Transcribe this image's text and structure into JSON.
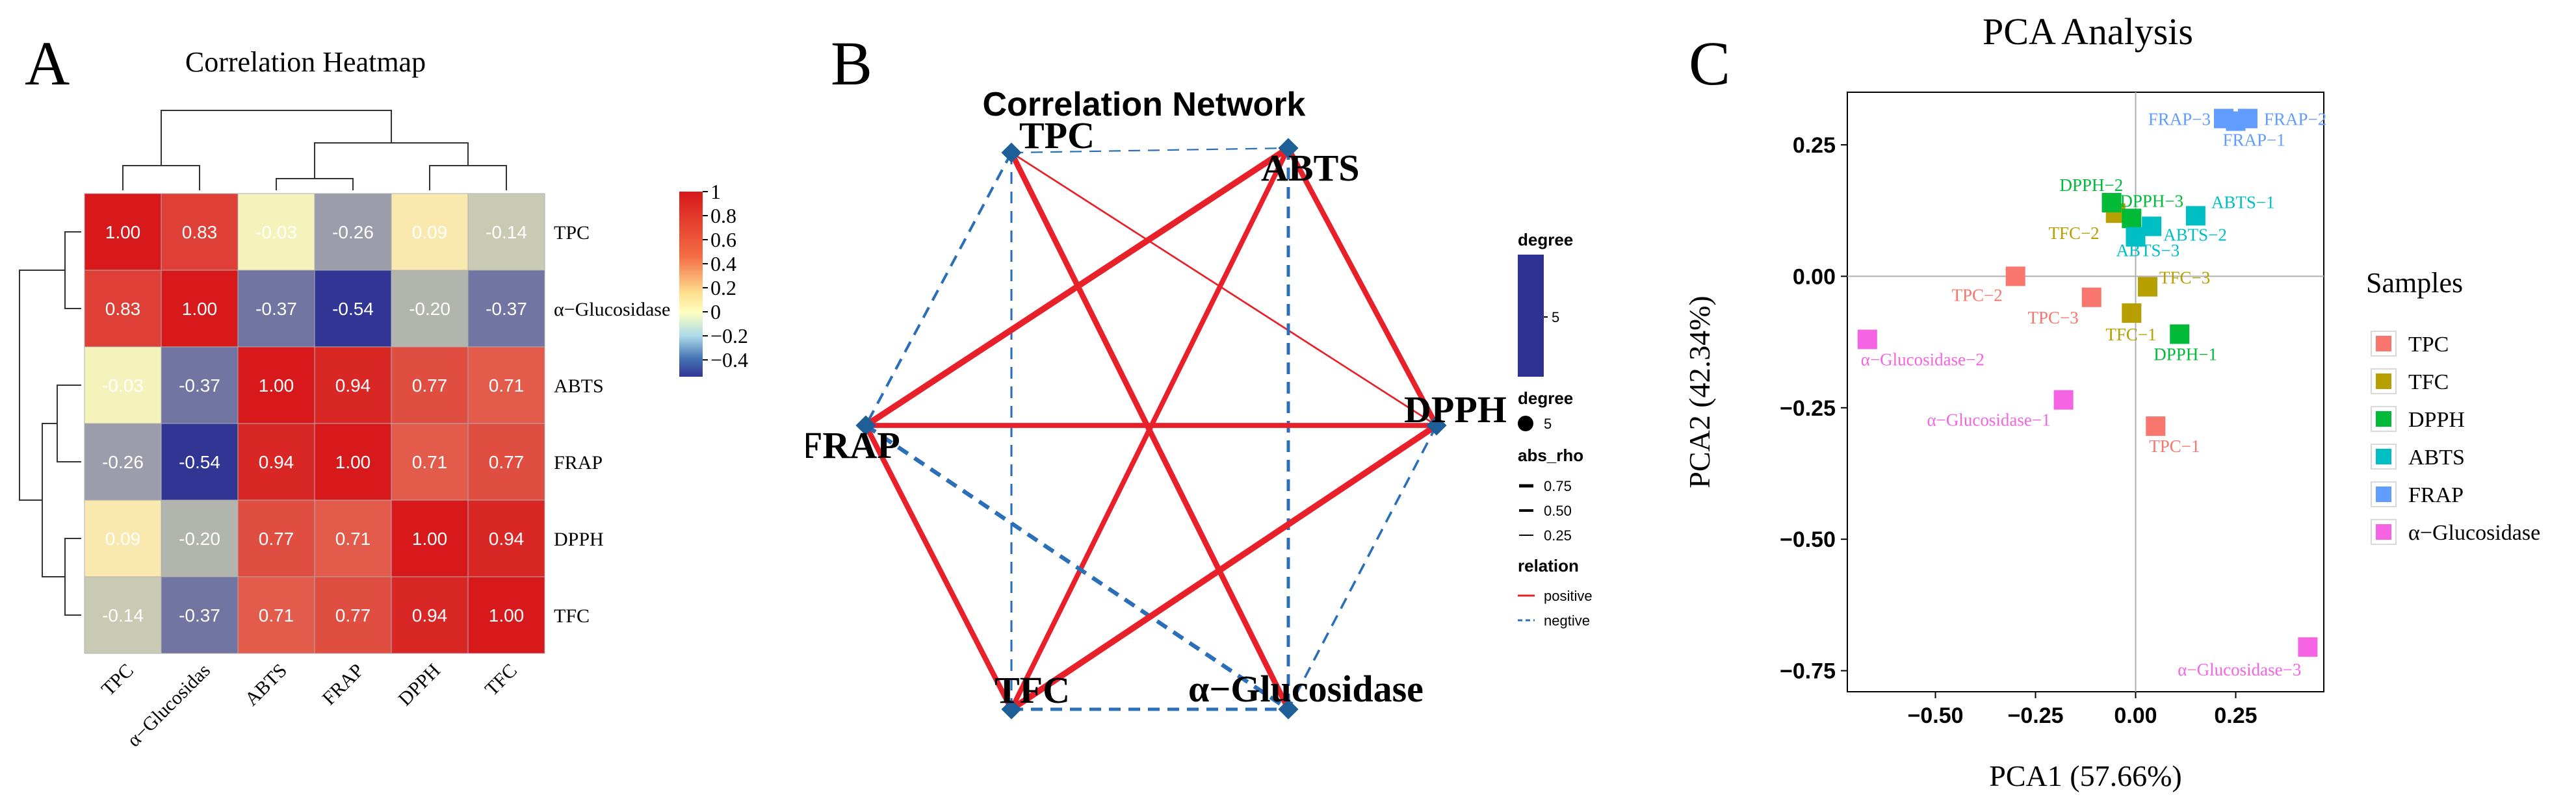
{
  "panels": {
    "a": {
      "letter": "A"
    },
    "b": {
      "letter": "B"
    },
    "c": {
      "letter": "C"
    }
  },
  "chart_data": [
    {
      "type": "heatmap",
      "title": "Correlation Heatmap",
      "columns": [
        "TPC",
        "α−Glucosidas",
        "ABTS",
        "FRAP",
        "DPPH",
        "TFC"
      ],
      "rows": [
        "TPC",
        "α−Glucosidase",
        "ABTS",
        "FRAP",
        "DPPH",
        "TFC"
      ],
      "values": [
        [
          1.0,
          0.83,
          -0.03,
          -0.26,
          0.09,
          -0.14
        ],
        [
          0.83,
          1.0,
          -0.37,
          -0.54,
          -0.2,
          -0.37
        ],
        [
          -0.03,
          -0.37,
          1.0,
          0.94,
          0.77,
          0.71
        ],
        [
          -0.26,
          -0.54,
          0.94,
          1.0,
          0.71,
          0.77
        ],
        [
          0.09,
          -0.2,
          0.77,
          0.71,
          1.0,
          0.94
        ],
        [
          -0.14,
          -0.37,
          0.71,
          0.77,
          0.94,
          1.0
        ]
      ],
      "value_labels": [
        [
          "1.00",
          "0.83",
          "-0.03",
          "-0.26",
          "0.09",
          "-0.14"
        ],
        [
          "0.83",
          "1.00",
          "-0.37",
          "-0.54",
          "-0.20",
          "-0.37"
        ],
        [
          "-0.03",
          "-0.37",
          "1.00",
          "0.94",
          "0.77",
          "0.71"
        ],
        [
          "-0.26",
          "-0.54",
          "0.94",
          "1.00",
          "0.71",
          "0.77"
        ],
        [
          "0.09",
          "-0.20",
          "0.77",
          "0.71",
          "1.00",
          "0.94"
        ],
        [
          "-0.14",
          "-0.37",
          "0.71",
          "0.77",
          "0.94",
          "1.00"
        ]
      ],
      "colorbar": {
        "range": [
          -0.54,
          1.0
        ],
        "ticks": [
          1,
          0.8,
          0.6,
          0.4,
          0.2,
          0,
          -0.2,
          -0.4
        ],
        "tick_labels": [
          "1",
          "0.8",
          "0.6",
          "0.4",
          "0.2",
          "0",
          "−0.2",
          "−0.4"
        ],
        "colors": {
          "low": "#313695",
          "mid": "#fefebd",
          "high": "#d7191c"
        }
      },
      "dendrogram": true
    },
    {
      "type": "network",
      "title": "Correlation Network",
      "nodes": [
        "TPC",
        "ABTS",
        "DPPH",
        "α−Glucosidase",
        "TFC",
        "FRAP"
      ],
      "edges": [
        {
          "source": "TPC",
          "target": "ABTS",
          "relation": "negtive",
          "abs_rho": 0.03
        },
        {
          "source": "TPC",
          "target": "FRAP",
          "relation": "negtive",
          "abs_rho": 0.26
        },
        {
          "source": "TPC",
          "target": "TFC",
          "relation": "negtive",
          "abs_rho": 0.14
        },
        {
          "source": "TPC",
          "target": "DPPH",
          "relation": "positive",
          "abs_rho": 0.09
        },
        {
          "source": "TPC",
          "target": "α−Glucosidase",
          "relation": "positive",
          "abs_rho": 0.83
        },
        {
          "source": "ABTS",
          "target": "FRAP",
          "relation": "positive",
          "abs_rho": 0.94
        },
        {
          "source": "ABTS",
          "target": "DPPH",
          "relation": "positive",
          "abs_rho": 0.77
        },
        {
          "source": "ABTS",
          "target": "TFC",
          "relation": "positive",
          "abs_rho": 0.71
        },
        {
          "source": "ABTS",
          "target": "α−Glucosidase",
          "relation": "negtive",
          "abs_rho": 0.37
        },
        {
          "source": "FRAP",
          "target": "DPPH",
          "relation": "positive",
          "abs_rho": 0.71
        },
        {
          "source": "FRAP",
          "target": "TFC",
          "relation": "positive",
          "abs_rho": 0.77
        },
        {
          "source": "FRAP",
          "target": "α−Glucosidase",
          "relation": "negtive",
          "abs_rho": 0.54
        },
        {
          "source": "DPPH",
          "target": "TFC",
          "relation": "positive",
          "abs_rho": 0.94
        },
        {
          "source": "DPPH",
          "target": "α−Glucosidase",
          "relation": "negtive",
          "abs_rho": 0.2
        },
        {
          "source": "TFC",
          "target": "α−Glucosidase",
          "relation": "negtive",
          "abs_rho": 0.37
        }
      ],
      "legend": {
        "degree_title": "degree",
        "degree_tick": "5",
        "degree_title2": "degree",
        "degree_size_label": "5",
        "abs_rho_title": "abs_rho",
        "abs_rho_items": [
          "0.75",
          "0.50",
          "0.25"
        ],
        "relation_title": "relation",
        "relation_items": [
          "positive",
          "negtive"
        ]
      },
      "colors": {
        "positive": "#e8202a",
        "negtive": "#2a6fb8",
        "node": "#1f5f98",
        "degree_bar": "#2e3192"
      }
    },
    {
      "type": "scatter",
      "title": "PCA Analysis",
      "xlabel": "PCA1 (57.66%)",
      "ylabel": "PCA2 (42.34%)",
      "xlim": [
        -0.72,
        0.47
      ],
      "ylim": [
        -0.79,
        0.35
      ],
      "xticks": [
        -0.5,
        -0.25,
        0.0,
        0.25
      ],
      "xtick_labels": [
        "−0.50",
        "−0.25",
        "0.00",
        "0.25"
      ],
      "yticks": [
        0.25,
        0.0,
        -0.25,
        -0.5,
        -0.75
      ],
      "ytick_labels": [
        "0.25",
        "0.00",
        "−0.25",
        "−0.50",
        "−0.75"
      ],
      "legend_title": "Samples",
      "series": [
        {
          "name": "TPC",
          "color": "#f8766d",
          "points": [
            {
              "x": 0.05,
              "y": -0.285,
              "label": "TPC−1"
            },
            {
              "x": -0.3,
              "y": 0.0,
              "label": "TPC−2"
            },
            {
              "x": -0.11,
              "y": -0.04,
              "label": "TPC−3"
            }
          ]
        },
        {
          "name": "TFC",
          "color": "#b79f00",
          "points": [
            {
              "x": -0.01,
              "y": -0.07,
              "label": "TFC−1"
            },
            {
              "x": -0.05,
              "y": 0.12,
              "label": "TFC−2"
            },
            {
              "x": 0.03,
              "y": -0.02,
              "label": "TFC−3"
            }
          ]
        },
        {
          "name": "DPPH",
          "color": "#00ba38",
          "points": [
            {
              "x": 0.11,
              "y": -0.11,
              "label": "DPPH−1"
            },
            {
              "x": -0.06,
              "y": 0.14,
              "label": "DPPH−2"
            },
            {
              "x": -0.01,
              "y": 0.11,
              "label": "DPPH−3"
            }
          ]
        },
        {
          "name": "ABTS",
          "color": "#00bfc4",
          "points": [
            {
              "x": 0.15,
              "y": 0.115,
              "label": "ABTS−1"
            },
            {
              "x": 0.04,
              "y": 0.095,
              "label": "ABTS−2"
            },
            {
              "x": 0.0,
              "y": 0.075,
              "label": "ABTS−3"
            }
          ]
        },
        {
          "name": "FRAP",
          "color": "#619cff",
          "points": [
            {
              "x": 0.25,
              "y": 0.295,
              "label": "FRAP−1"
            },
            {
              "x": 0.28,
              "y": 0.3,
              "label": "FRAP−2"
            },
            {
              "x": 0.22,
              "y": 0.3,
              "label": "FRAP−3"
            }
          ]
        },
        {
          "name": "α−Glucosidase",
          "color": "#f564e3",
          "points": [
            {
              "x": -0.18,
              "y": -0.235,
              "label": "α−Glucosidase−1"
            },
            {
              "x": -0.67,
              "y": -0.12,
              "label": "α−Glucosidase−2"
            },
            {
              "x": 0.43,
              "y": -0.705,
              "label": "α−Glucosidase−3"
            }
          ]
        }
      ]
    }
  ]
}
